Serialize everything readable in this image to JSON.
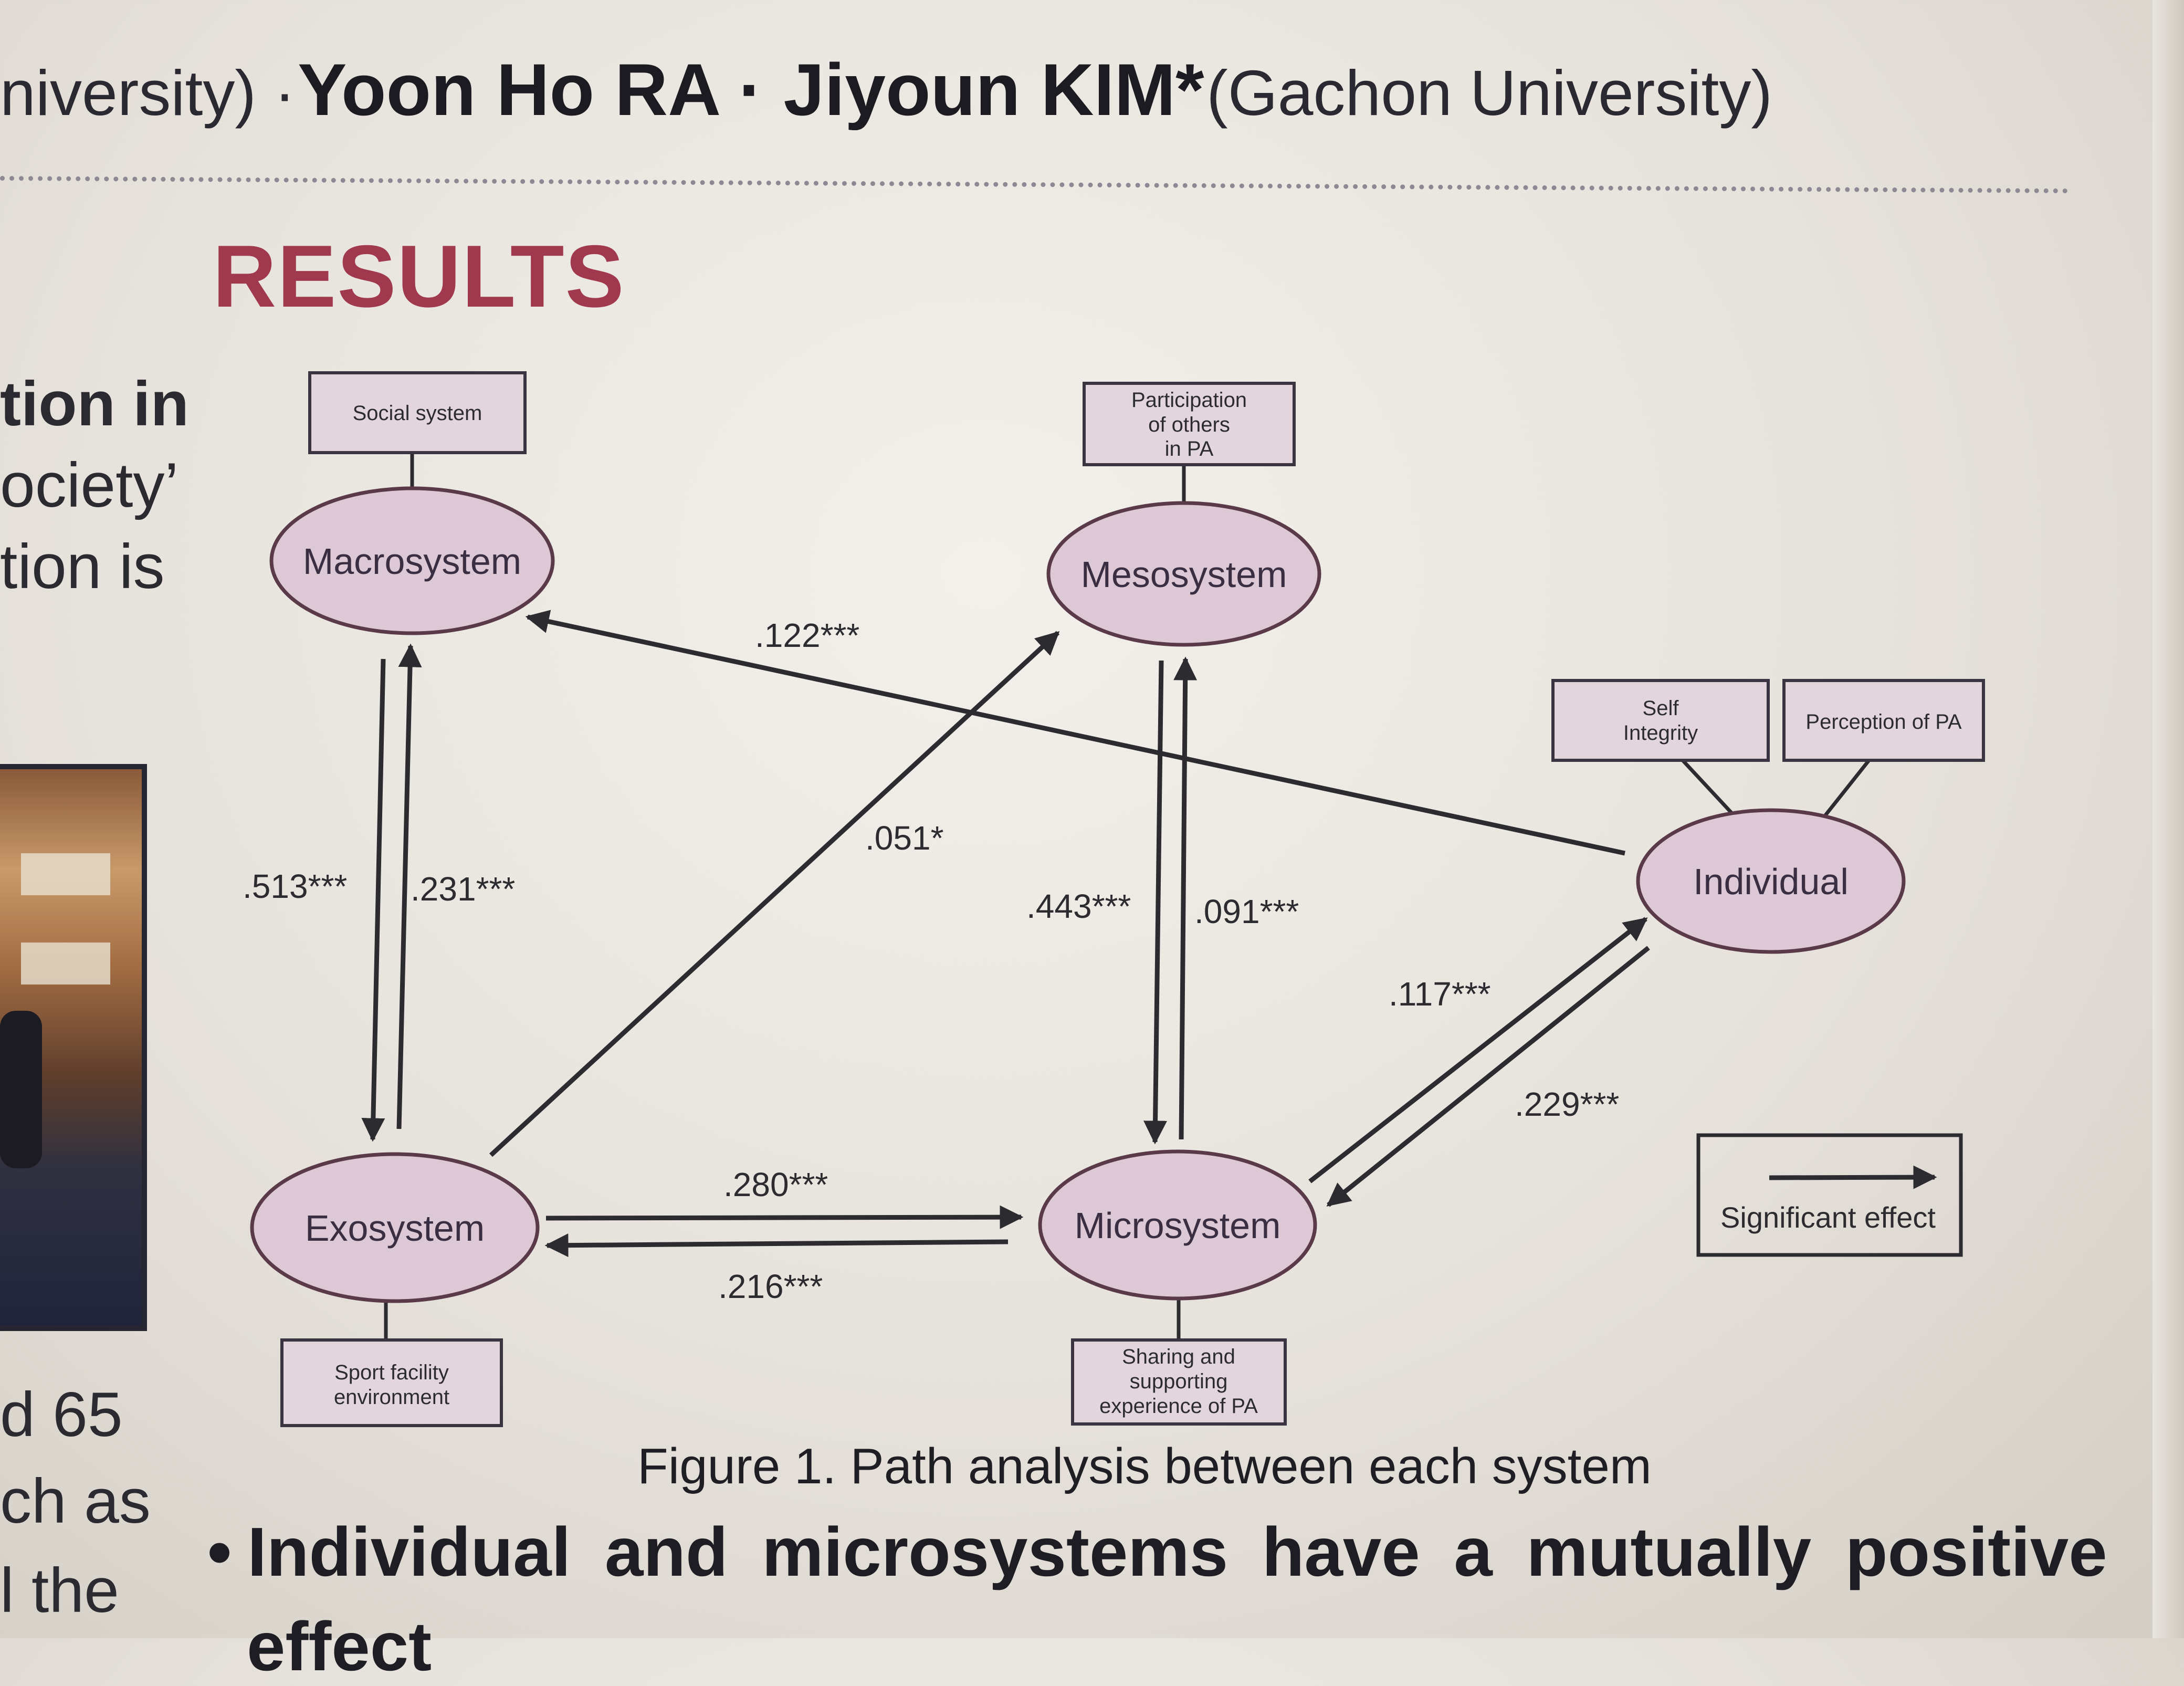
{
  "header": {
    "affiliation_prefix": "niversity) ·",
    "authors": "Yoon Ho RA · Jiyoun KIM*",
    "affiliation": "(Gachon University)"
  },
  "section_title": "RESULTS",
  "left_column_fragments": {
    "lines_top": [
      "tion in",
      "ociety’",
      "tion is"
    ],
    "lines_bottom": [
      "d 65",
      "ch as",
      "l the"
    ]
  },
  "figure": {
    "caption": "Figure 1. Path analysis between each system",
    "nodes": {
      "macrosystem": "Macrosystem",
      "mesosystem": "Mesosystem",
      "exosystem": "Exosystem",
      "microsystem": "Microsystem",
      "individual": "Individual"
    },
    "indicators": {
      "social_system": [
        "Social system"
      ],
      "participation": [
        "Participation",
        "of others",
        "in PA"
      ],
      "self_integrity": [
        "Self",
        "Integrity"
      ],
      "perception": [
        "Perception of PA"
      ],
      "sport_facility": [
        "Sport facility",
        "environment"
      ],
      "sharing": [
        "Sharing and",
        "supporting",
        "experience of PA"
      ]
    },
    "coefficients": {
      "macro_to_exo": ".513***",
      "exo_to_macro": ".231***",
      "individual_to_macro": ".122***",
      "exo_to_meso": ".051*",
      "meso_to_micro": ".443***",
      "micro_to_meso": ".091***",
      "micro_to_individual": ".117***",
      "individual_to_micro": ".229***",
      "exo_to_micro": ".280***",
      "micro_to_exo": ".216***"
    },
    "legend": "Significant effect",
    "colors": {
      "node_fill": "#ddc9d5",
      "node_stroke": "#5a3a48",
      "box_fill": "#e2d6dc",
      "arrow": "#2c2b30"
    }
  },
  "bullet": {
    "text": "Individual and microsystems have a mutually positive",
    "continuation": "effect"
  }
}
